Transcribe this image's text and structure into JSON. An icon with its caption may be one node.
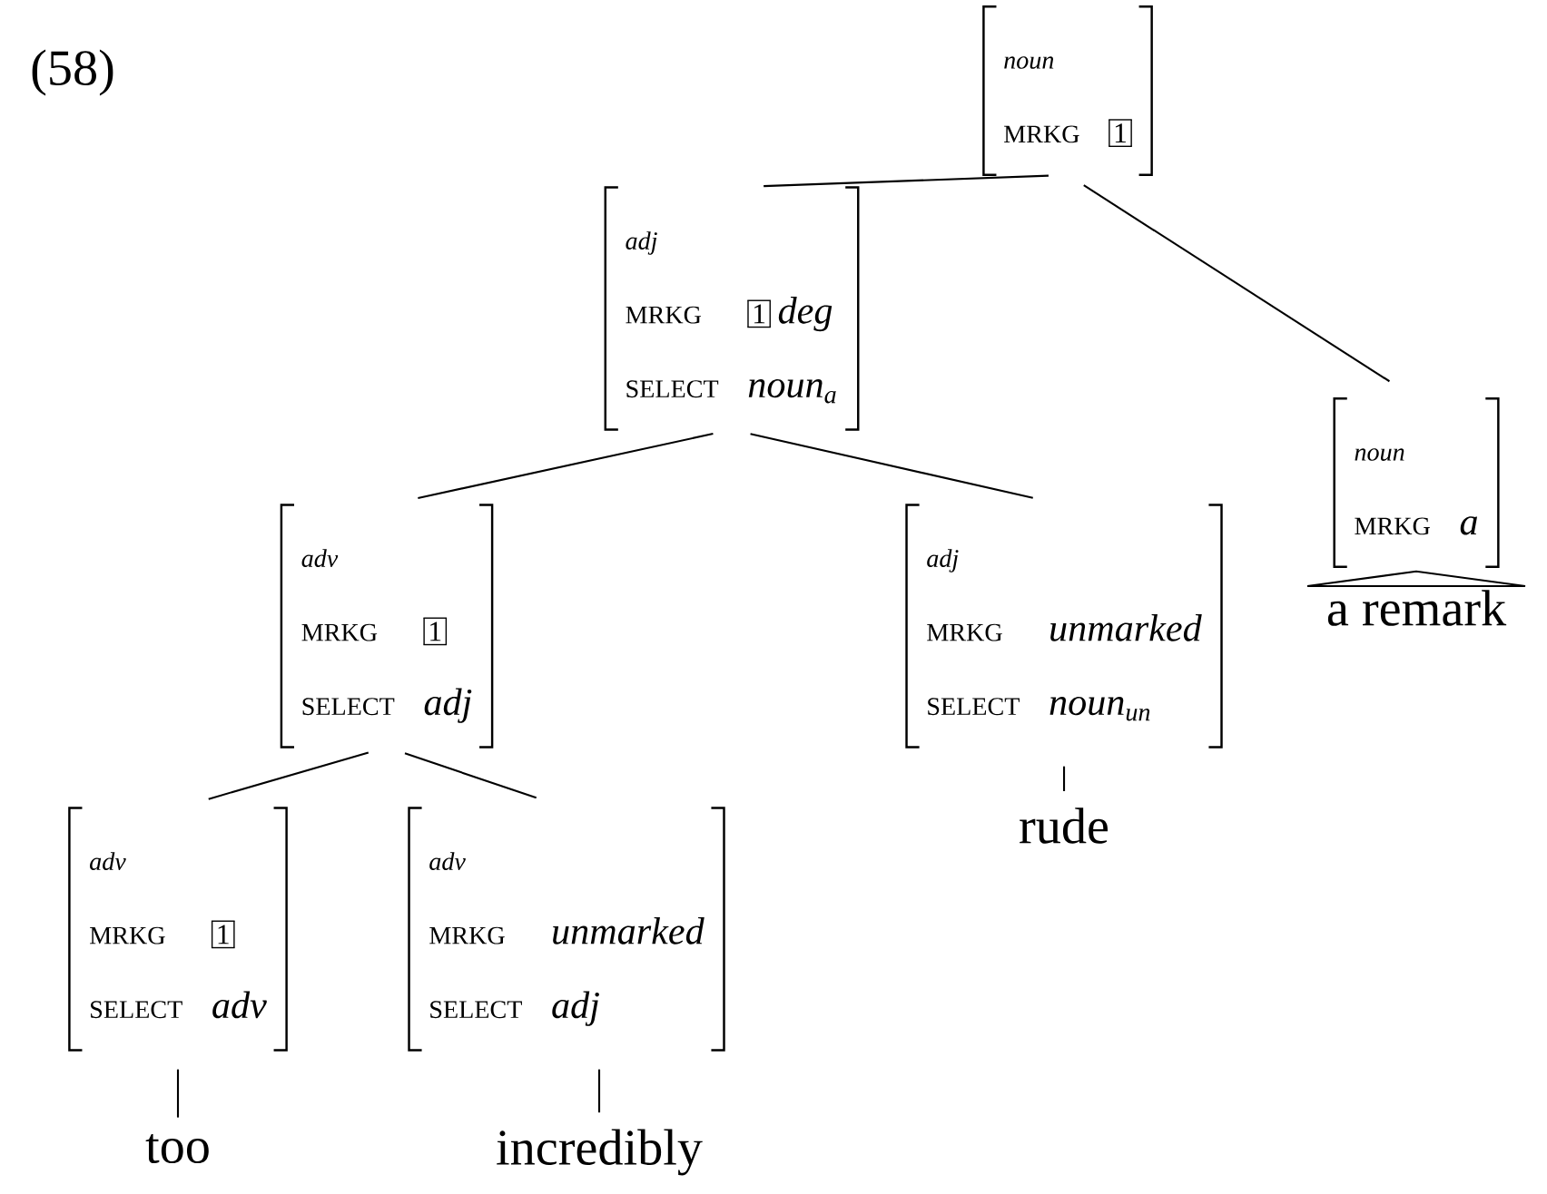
{
  "diagram": {
    "nodes": [
      {
        "text": [
          "noun",
          "MRKG",
          "1"
        ]
      },
      {
        "text": [
          "adj",
          "MRKG",
          "1",
          "deg",
          "SELECT",
          "noun$_{a}$"
        ]
      },
      {
        "text": [
          "noun",
          "MRKG",
          "a"
        ]
      },
      {
        "text": [
          "adv",
          "MRKG",
          "1",
          "SELECT",
          "adj"
        ]
      },
      {
        "text": [
          "adj",
          "MRKG",
          "unmarked",
          "SELECT",
          "noun$_{un}$"
        ]
      },
      {
        "text": [
          "adv",
          "MRKG",
          "1",
          "SELECT",
          "adv"
        ]
      },
      {
        "text": [
          "adv",
          "MRKG",
          "unmarked",
          "SELECT",
          "adj"
        ]
      },
      {
        "text": [
          "a remark"
        ]
      },
      {
        "text": [
          "rude"
        ]
      },
      {
        "text": [
          "too"
        ]
      },
      {
        "text": [
          "incredibly"
        ]
      }
    ],
    "edges": [
      {
        "from": 0,
        "to": 1,
        "arrow": "none"
      },
      {
        "from": 0,
        "to": 2,
        "arrow": "none"
      },
      {
        "from": 1,
        "to": 3,
        "arrow": "none"
      },
      {
        "from": 1,
        "to": 4,
        "arrow": "none"
      },
      {
        "from": 3,
        "to": 5,
        "arrow": "none"
      },
      {
        "from": 3,
        "to": 6,
        "arrow": "none"
      },
      {
        "from": 2,
        "to": 7,
        "arrow": "none"
      },
      {
        "from": 4,
        "to": 8,
        "arrow": "none"
      },
      {
        "from": 5,
        "to": 9,
        "arrow": "none"
      },
      {
        "from": 6,
        "to": 10,
        "arrow": "none"
      }
    ],
    "labels": [
      "(58)"
    ]
  }
}
